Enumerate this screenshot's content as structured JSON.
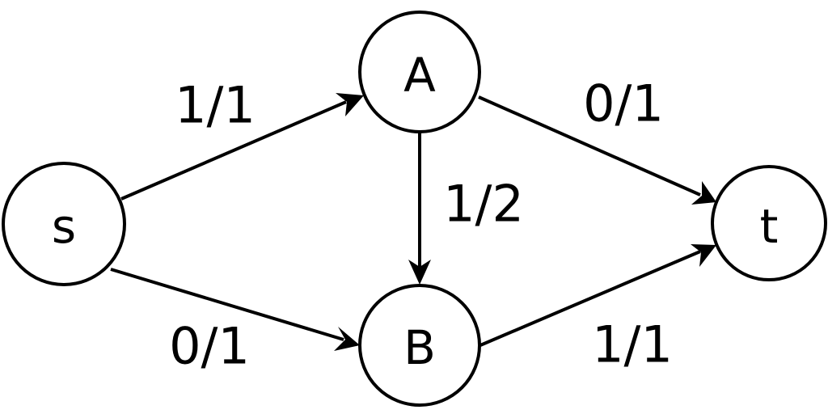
{
  "diagram": {
    "colors": {
      "stroke": "#000000",
      "fill": "#ffffff"
    },
    "nodes": {
      "s": {
        "label": "s"
      },
      "a": {
        "label": "A"
      },
      "b": {
        "label": "B"
      },
      "t": {
        "label": "t"
      }
    },
    "edges": {
      "s_a": {
        "from": "s",
        "to": "A",
        "label": "1/1"
      },
      "s_b": {
        "from": "s",
        "to": "B",
        "label": "0/1"
      },
      "a_b": {
        "from": "A",
        "to": "B",
        "label": "1/2"
      },
      "a_t": {
        "from": "A",
        "to": "t",
        "label": "0/1"
      },
      "b_t": {
        "from": "B",
        "to": "t",
        "label": "1/1"
      }
    }
  }
}
